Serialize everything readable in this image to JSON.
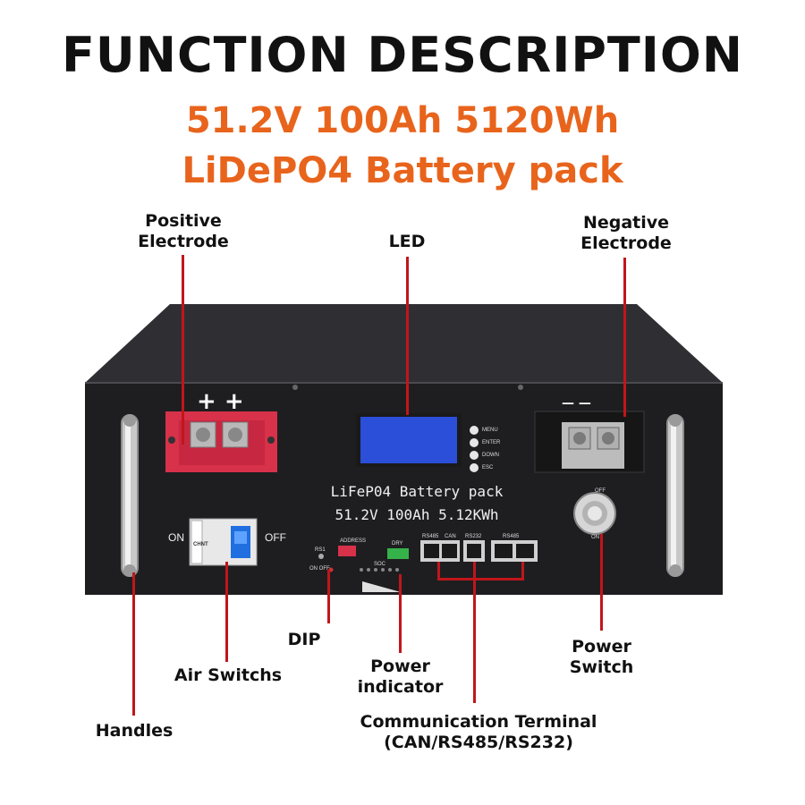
{
  "header": {
    "title": "FUNCTION DESCRIPTION",
    "subtitle_line1": "51.2V 100Ah 5120Wh",
    "subtitle_line2": "LiDePO4 Battery pack"
  },
  "callouts": {
    "positive_line1": "Positive",
    "positive_line2": "Electrode",
    "led": "LED",
    "negative_line1": "Negative",
    "negative_line2": "Electrode",
    "dip": "DIP",
    "air_switches": "Air Switchs",
    "power_indicator_line1": "Power",
    "power_indicator_line2": "indicator",
    "power_switch_line1": "Power",
    "power_switch_line2": "Switch",
    "handles": "Handles",
    "comm_line1": "Communication Terminal",
    "comm_line2": "(CAN/RS485/RS232)"
  },
  "device": {
    "panel_line1": "LiFeP04 Battery pack",
    "panel_line2": "51.2V 100Ah 5.12KWh",
    "plus_signs": "+ +",
    "minus_signs": "— —",
    "on_label": "ON",
    "off_label": "OFF",
    "buttons": [
      "MENU",
      "ENTER",
      "DOWN",
      "ESC"
    ],
    "port_labels": [
      "RS485",
      "CAN",
      "RS232",
      "RS485"
    ],
    "address_label": "ADDRESS",
    "dry_label": "DRY",
    "rs1_label": "RS1",
    "soc_label": "SOC",
    "run_label": "ON OFF",
    "knob_off": "OFF",
    "knob_on": "ON",
    "breaker_brand": "CHNT"
  },
  "colors": {
    "accent_orange": "#e8641c",
    "pointer_red": "#c0161b",
    "terminal_red": "#d8314a",
    "lcd_blue": "#2b4fd8"
  }
}
